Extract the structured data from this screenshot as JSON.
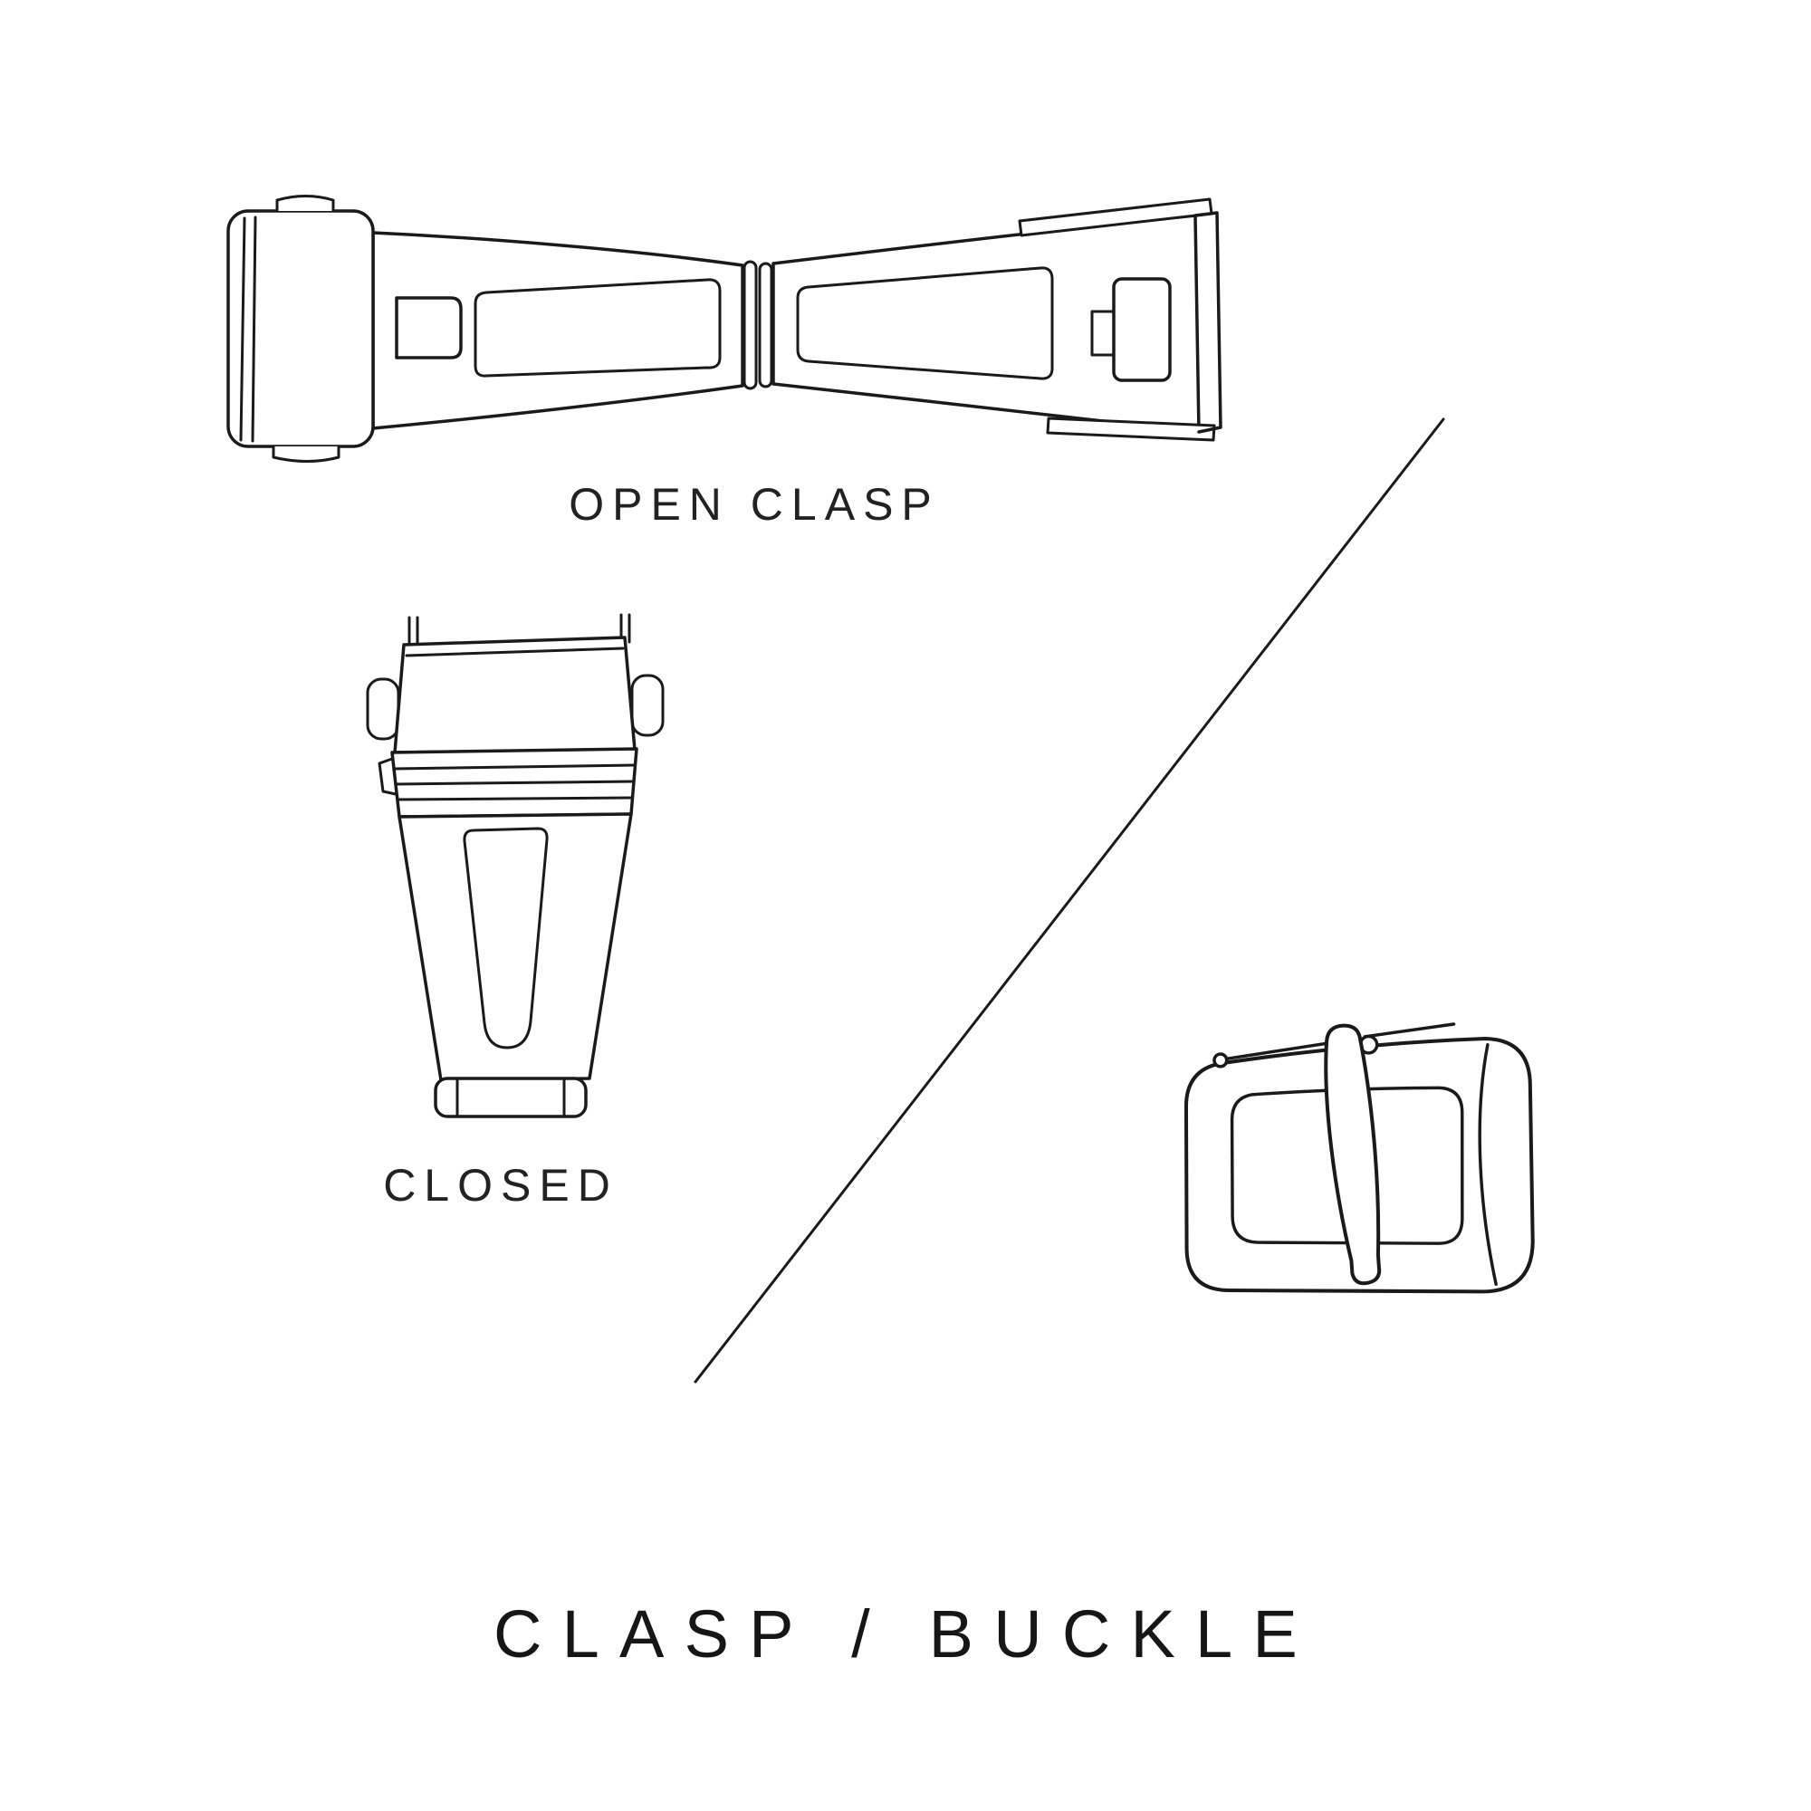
{
  "page": {
    "background_color": "#ffffff",
    "line_color": "#1a1a1a"
  },
  "diagram": {
    "title": "CLASP / BUCKLE",
    "labels": {
      "open_clasp": "OPEN CLASP",
      "closed_clasp": "CLOSED"
    },
    "illustrations": [
      {
        "name": "open-clasp"
      },
      {
        "name": "closed-clasp"
      },
      {
        "name": "buckle"
      }
    ]
  }
}
